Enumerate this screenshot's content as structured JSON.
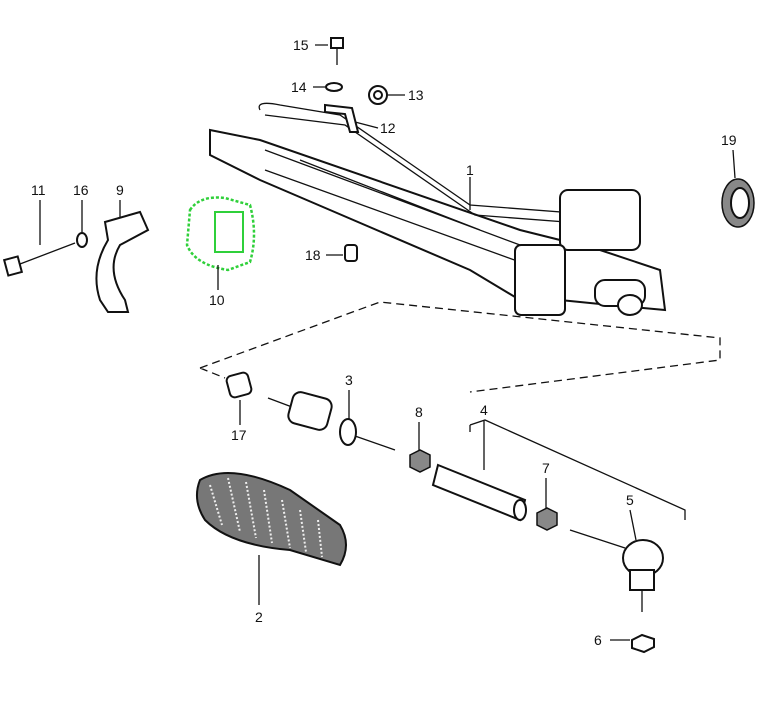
{
  "diagram": {
    "highlight_color": "#2fd03a",
    "callouts": [
      {
        "id": "1",
        "label": "1"
      },
      {
        "id": "2",
        "label": "2"
      },
      {
        "id": "3",
        "label": "3"
      },
      {
        "id": "4",
        "label": "4"
      },
      {
        "id": "5",
        "label": "5"
      },
      {
        "id": "6",
        "label": "6"
      },
      {
        "id": "7",
        "label": "7"
      },
      {
        "id": "8",
        "label": "8"
      },
      {
        "id": "9",
        "label": "9"
      },
      {
        "id": "10",
        "label": "10"
      },
      {
        "id": "11",
        "label": "11"
      },
      {
        "id": "12",
        "label": "12"
      },
      {
        "id": "13",
        "label": "13"
      },
      {
        "id": "14",
        "label": "14"
      },
      {
        "id": "15",
        "label": "15"
      },
      {
        "id": "16",
        "label": "16"
      },
      {
        "id": "17",
        "label": "17"
      },
      {
        "id": "18",
        "label": "18"
      },
      {
        "id": "19",
        "label": "19"
      }
    ]
  }
}
